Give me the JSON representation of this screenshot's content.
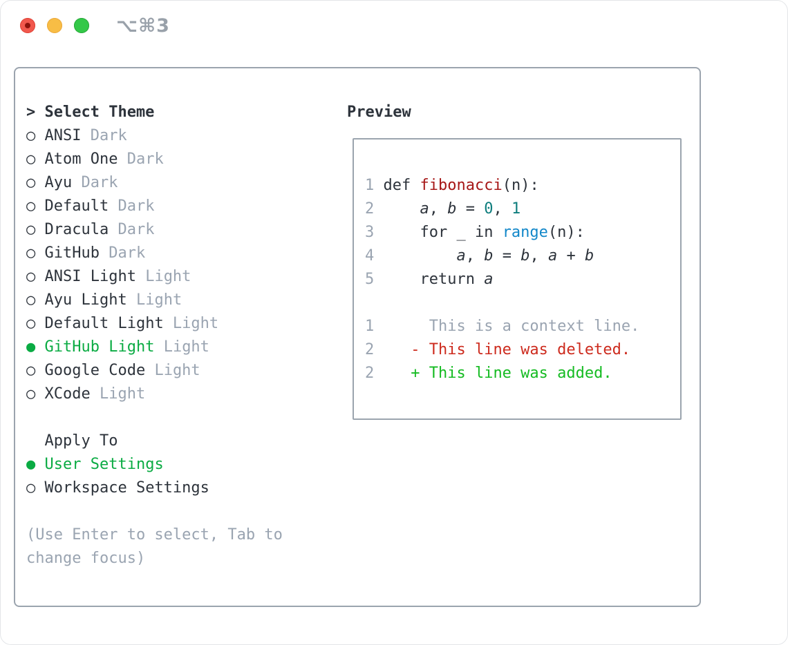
{
  "window": {
    "title_shortcut": "⌥⌘3"
  },
  "colors": {
    "dark": "#2d333b",
    "dim": "#9aa4b1",
    "sel": "#0aab43",
    "func": "#a61717",
    "teal": "#0e7d7d",
    "blue": "#1287c9",
    "del": "#cd2b1e",
    "add": "#15bb22",
    "border": "#9ba4ae",
    "titlebar_text": "#99a1aa",
    "tl_red": "#f1584d",
    "tl_red_rim": "#df4538",
    "tl_red_dot": "#8c130c",
    "tl_yellow": "#f8bd45",
    "tl_yellow_rim": "#eba93d",
    "tl_green": "#33c848",
    "tl_green_rim": "#2aa83c"
  },
  "sidebar": {
    "header": {
      "prompt": ">",
      "label": "Select Theme"
    },
    "items": [
      {
        "marker": "○",
        "name": "ANSI",
        "tag": "Dark",
        "selected": false
      },
      {
        "marker": "○",
        "name": "Atom One",
        "tag": "Dark",
        "selected": false
      },
      {
        "marker": "○",
        "name": "Ayu",
        "tag": "Dark",
        "selected": false
      },
      {
        "marker": "○",
        "name": "Default",
        "tag": "Dark",
        "selected": false
      },
      {
        "marker": "○",
        "name": "Dracula",
        "tag": "Dark",
        "selected": false
      },
      {
        "marker": "○",
        "name": "GitHub",
        "tag": "Dark",
        "selected": false
      },
      {
        "marker": "○",
        "name": "ANSI Light",
        "tag": "Light",
        "selected": false
      },
      {
        "marker": "○",
        "name": "Ayu Light",
        "tag": "Light",
        "selected": false
      },
      {
        "marker": "○",
        "name": "Default Light",
        "tag": "Light",
        "selected": false
      },
      {
        "marker": "●",
        "name": "GitHub Light",
        "tag": "Light",
        "selected": true
      },
      {
        "marker": "○",
        "name": "Google Code",
        "tag": "Light",
        "selected": false
      },
      {
        "marker": "○",
        "name": "XCode",
        "tag": "Light",
        "selected": false
      }
    ],
    "apply_to": {
      "header": "Apply To",
      "options": [
        {
          "marker": "●",
          "label": "User Settings",
          "selected": true
        },
        {
          "marker": "○",
          "label": "Workspace Settings",
          "selected": false
        }
      ]
    },
    "help": [
      "(Use Enter to select, Tab to",
      "change focus)"
    ]
  },
  "preview": {
    "title": "Preview",
    "lines": [
      [
        {
          "t": "1",
          "c": "dim"
        },
        {
          "t": " def ",
          "c": "dark"
        },
        {
          "t": "fibonacci",
          "c": "func"
        },
        {
          "t": "(n):",
          "c": "dark"
        }
      ],
      [
        {
          "t": "2",
          "c": "dim"
        },
        {
          "t": "     ",
          "c": "dark"
        },
        {
          "t": "a",
          "c": "dark",
          "i": true
        },
        {
          "t": ", ",
          "c": "dark"
        },
        {
          "t": "b",
          "c": "dark",
          "i": true
        },
        {
          "t": " = ",
          "c": "dark"
        },
        {
          "t": "0",
          "c": "teal"
        },
        {
          "t": ", ",
          "c": "dark"
        },
        {
          "t": "1",
          "c": "teal"
        }
      ],
      [
        {
          "t": "3",
          "c": "dim"
        },
        {
          "t": "     for _ in ",
          "c": "dark"
        },
        {
          "t": "range",
          "c": "blue"
        },
        {
          "t": "(n):",
          "c": "dark"
        }
      ],
      [
        {
          "t": "4",
          "c": "dim"
        },
        {
          "t": "         ",
          "c": "dark"
        },
        {
          "t": "a",
          "c": "dark",
          "i": true
        },
        {
          "t": ", ",
          "c": "dark"
        },
        {
          "t": "b",
          "c": "dark",
          "i": true
        },
        {
          "t": " = ",
          "c": "dark"
        },
        {
          "t": "b",
          "c": "dark",
          "i": true
        },
        {
          "t": ", ",
          "c": "dark"
        },
        {
          "t": "a",
          "c": "dark",
          "i": true
        },
        {
          "t": " + ",
          "c": "dark"
        },
        {
          "t": "b",
          "c": "dark",
          "i": true
        }
      ],
      [
        {
          "t": "5",
          "c": "dim"
        },
        {
          "t": "     return ",
          "c": "dark"
        },
        {
          "t": "a",
          "c": "dark",
          "i": true
        }
      ],
      [],
      [
        {
          "t": "1",
          "c": "dim"
        },
        {
          "t": "      This is a context line.",
          "c": "dim"
        }
      ],
      [
        {
          "t": "2",
          "c": "dim"
        },
        {
          "t": "    ",
          "c": "dark"
        },
        {
          "t": "- This line was deleted.",
          "c": "del"
        }
      ],
      [
        {
          "t": "2",
          "c": "dim"
        },
        {
          "t": "    ",
          "c": "dark"
        },
        {
          "t": "+ This line was added.",
          "c": "add"
        }
      ]
    ]
  }
}
